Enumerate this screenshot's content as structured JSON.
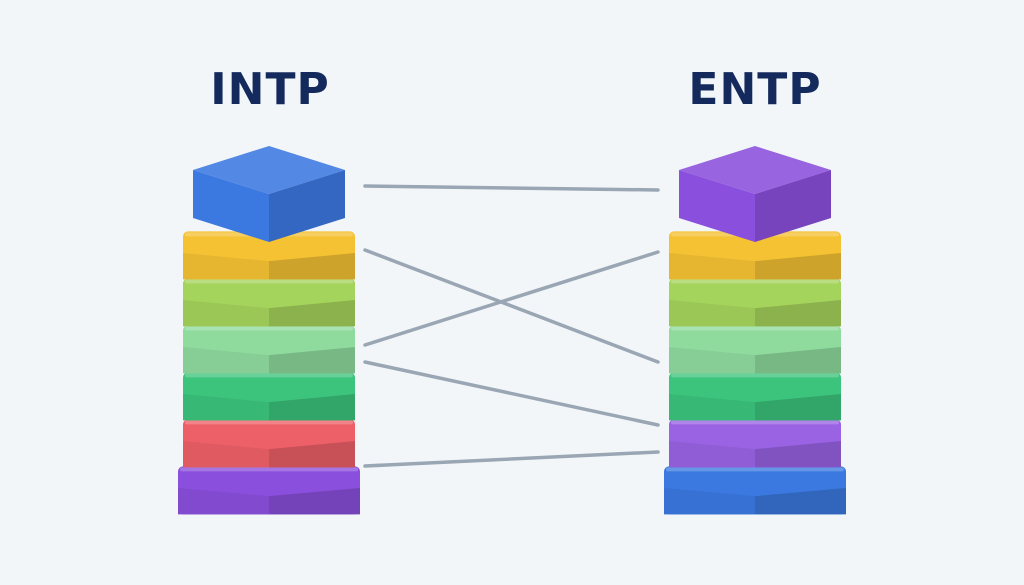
{
  "stacks": {
    "left": {
      "title": "INTP",
      "blocks": [
        {
          "color": "#3b78e0"
        },
        {
          "color": "#f5c234"
        },
        {
          "color": "#a5d45c"
        },
        {
          "color": "#8fdb9e"
        },
        {
          "color": "#3cc47c"
        },
        {
          "color": "#ee6068"
        },
        {
          "color": "#8a4fdc"
        }
      ]
    },
    "right": {
      "title": "ENTP",
      "blocks": [
        {
          "color": "#8a4fdc"
        },
        {
          "color": "#f5c234"
        },
        {
          "color": "#a5d45c"
        },
        {
          "color": "#8fdb9e"
        },
        {
          "color": "#3cc47c"
        },
        {
          "color": "#9a63e4"
        },
        {
          "color": "#3b78e0"
        }
      ]
    }
  },
  "connections": [
    {
      "from": 0,
      "to": 0
    },
    {
      "from": 1,
      "to": 4
    },
    {
      "from": 3,
      "to": 1
    },
    {
      "from": 4,
      "to": 5
    },
    {
      "from": 6,
      "to": 6
    }
  ],
  "connector_color": "#9aa6b4"
}
